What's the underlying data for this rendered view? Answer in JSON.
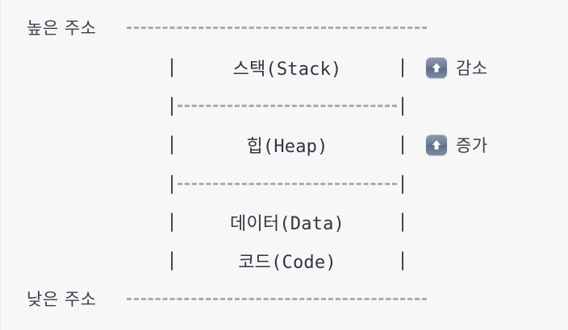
{
  "figure": {
    "title": "Process memory layout (Korean annotated ASCII diagram)",
    "high_address_label": "높은 주소",
    "low_address_label": "낮은 주소",
    "pipe": "|",
    "colors": {
      "background": "#f7f7f8",
      "text": "#2f3540",
      "label_text": "#3a3f4a",
      "rule": "#a8acb5",
      "badge": "#6d7c94",
      "badge_arrow": "#ffffff"
    },
    "segments": [
      {
        "id": "stack",
        "label": "스택(Stack)"
      },
      {
        "id": "heap",
        "label": "힙(Heap)"
      },
      {
        "id": "data",
        "label": "데이터(Data)"
      },
      {
        "id": "code",
        "label": "코드(Code)"
      }
    ],
    "annotations": [
      {
        "id": "stack-direction",
        "icon": "up-arrow-badge-icon",
        "label": "감소"
      },
      {
        "id": "heap-direction",
        "icon": "up-arrow-badge-icon",
        "label": "증가"
      }
    ]
  }
}
